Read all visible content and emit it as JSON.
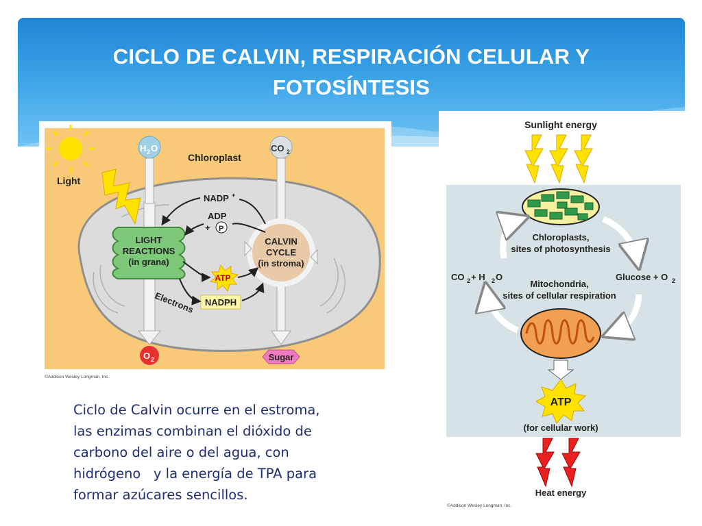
{
  "slide": {
    "title_line1": "CICLO  DE CALVIN, RESPIRACIÓN CELULAR Y",
    "title_line2": "FOTOSÍNTESIS",
    "body_lines": [
      "Ciclo de Calvin ocurre en el estroma,",
      "las enzimas combinan el dióxido de",
      "carbono del aire o del agua, con",
      "hidrógeno   y la energía de TPA para",
      "formar azúcares sencillos."
    ]
  },
  "chloroplast_diagram": {
    "h2o": "H",
    "h2o_sub": "2",
    "h2o_o": "O",
    "co2": "CO",
    "co2_sub": "2",
    "chloroplast": "Chloroplast",
    "light": "Light",
    "nadp": "NADP",
    "nadp_sup": "+",
    "adp": "ADP",
    "plus": "+",
    "p": "P",
    "light_reactions_1": "LIGHT",
    "light_reactions_2": "REACTIONS",
    "light_reactions_3": "(in grana)",
    "calvin_1": "CALVIN",
    "calvin_2": "CYCLE",
    "calvin_3": "(in stroma)",
    "atp": "ATP",
    "nadph": "NADPH",
    "electrons": "Electrons",
    "o2": "O",
    "o2_sub": "2",
    "sugar": "Sugar",
    "copyright": "©Addison Wesley Longman, Inc."
  },
  "cycle_diagram": {
    "sunlight": "Sunlight energy",
    "chloroplasts_1": "Chloroplasts,",
    "chloroplasts_2": "sites of photosynthesis",
    "co2_h2o_a": "CO",
    "co2_h2o_sub1": "2",
    "co2_h2o_b": " + H",
    "co2_h2o_sub2": "2",
    "co2_h2o_c": "O",
    "glucose_a": "Glucose + O",
    "glucose_sub": "2",
    "mito_1": "Mitochondria,",
    "mito_2": "sites of cellular respiration",
    "atp": "ATP",
    "for_work": "(for cellular work)",
    "heat": "Heat energy",
    "copyright": "©Addison Wesley Longman, Inc."
  }
}
